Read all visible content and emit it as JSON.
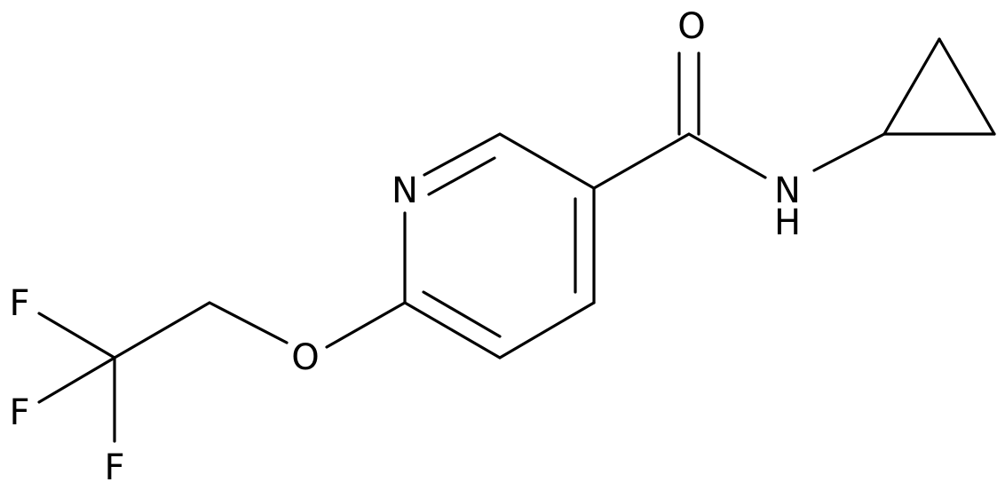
{
  "molecule": {
    "atoms": {
      "carbonyl_oxygen": "O",
      "amide_nitrogen": "N",
      "amide_hydrogen": "H",
      "ring_nitrogen": "N",
      "ether_oxygen": "O",
      "fluorine_1": "F",
      "fluorine_2": "F",
      "fluorine_3": "F"
    }
  }
}
